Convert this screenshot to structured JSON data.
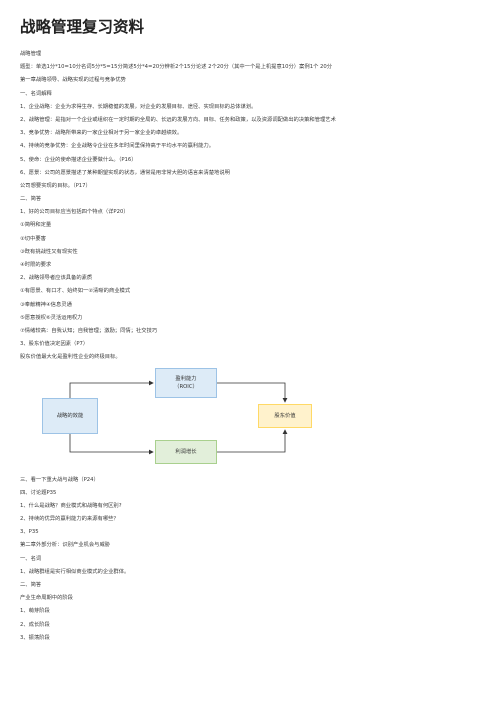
{
  "doc": {
    "title": "战略管理复习资料",
    "lines_top": [
      "战略管理",
      "题型：单选1分*10=10分名词5分*5=15分简述5分*4=20分辨析2个15分论述 2个20分（其中一个是上机提意10分）案例1个 20分",
      "第一章战略领导、战略实现的过程与竞争优势",
      "一、名词解释",
      "1、企业战略：企业为求得生存、长期稳健的发展，对企业的发展目标、途径、实现目标的总体谋划。",
      "2、战略管理：是指对一个企业或组织在一定时期的全局的、长远的发展方向、目标、任务和政策，以及资源调配做出的决策和管理艺术",
      "3、竞争优势：战略所带来的一家企业相对于另一家企业的卓越绩效。",
      "4、持续的竞争优势：企业战略令企业在多年时间里保持高于平均水平的赢利能力。",
      "5、使命：企业的使命描述企业要做什么。（P16）",
      "6、愿景：公司的愿景描述了某种期望实现的状态，通常是用非常大胆的语言来清楚地说明",
      "公司想要实现的目标。（P17）",
      "二、简答",
      "1、好的公司目标应当包括四个特点（详P20）",
      "①简明和定量",
      "②切中要害",
      "③既有挑战性又有现实性",
      "④时限的要求",
      "2、战略领导者应该具备的素质",
      "①有愿景、有口才、始终如一②清晰的商业模式",
      "③奉献精神④信息灵通",
      "⑤愿意授权⑥灵活运用权力",
      "⑦情绪较高：自我认知；自我管理；激励；同情；社交技巧",
      "3、股东价值决定因素（P7）",
      "股东价值最大化是盈利性企业的终极目标。"
    ],
    "lines_bottom": [
      "三、看一下重大战与战略（P24）",
      "四、讨论题P35",
      "1、什么是战略？商业模式和战略有何区别?",
      "2、持续的优异的赢利能力的来源有哪些？",
      "3、P35",
      "第二章外部分析：识别产业机会与威胁",
      "一、名词",
      "1、战略群组是实行相似商业模式的企业群体。",
      "二、简答",
      "产业生命周期中的阶段",
      "1、萌芽阶段",
      "2、成长阶段",
      "3、振荡阶段"
    ]
  },
  "diagram": {
    "left_label": "战略的效能",
    "top_label_line1": "盈利能力",
    "top_label_line2": "（ROIC）",
    "bottom_label": "利润增长",
    "right_label": "股东价值",
    "colors": {
      "blue_fill": "#ddebf7",
      "blue_border": "#9dc3e6",
      "green_fill": "#e2efda",
      "yellow_fill": "#fff2cc",
      "arrow": "#333333"
    }
  }
}
